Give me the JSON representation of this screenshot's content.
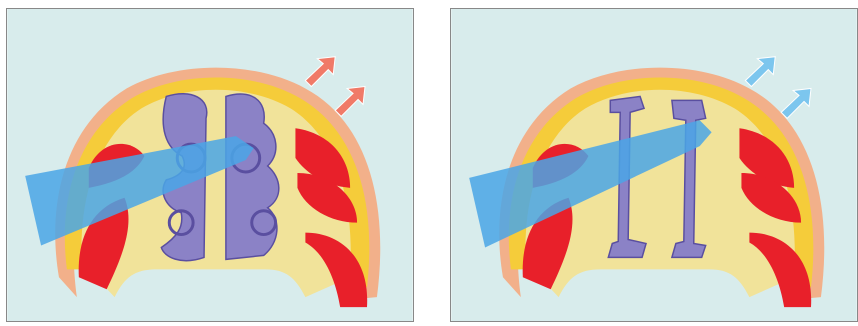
{
  "colors": {
    "background": "#d8ecec",
    "outer_rim": "#f2b08a",
    "yellow_band": "#f5cc3a",
    "tissue": "#f1e39a",
    "cavity_red": "#e8202a",
    "cavity_highlight": "#ff7a70",
    "turbinate": "#8b82c6",
    "turbinate_dark": "#5a4fa0",
    "airflow": "#4aa6e6",
    "arrow_warm": "#f07a68",
    "arrow_cool": "#7cc6ee"
  },
  "panels": [
    {
      "id": "left",
      "state": "congested",
      "arrow_color_key": "arrow_warm"
    },
    {
      "id": "right",
      "state": "open",
      "arrow_color_key": "arrow_cool"
    }
  ]
}
